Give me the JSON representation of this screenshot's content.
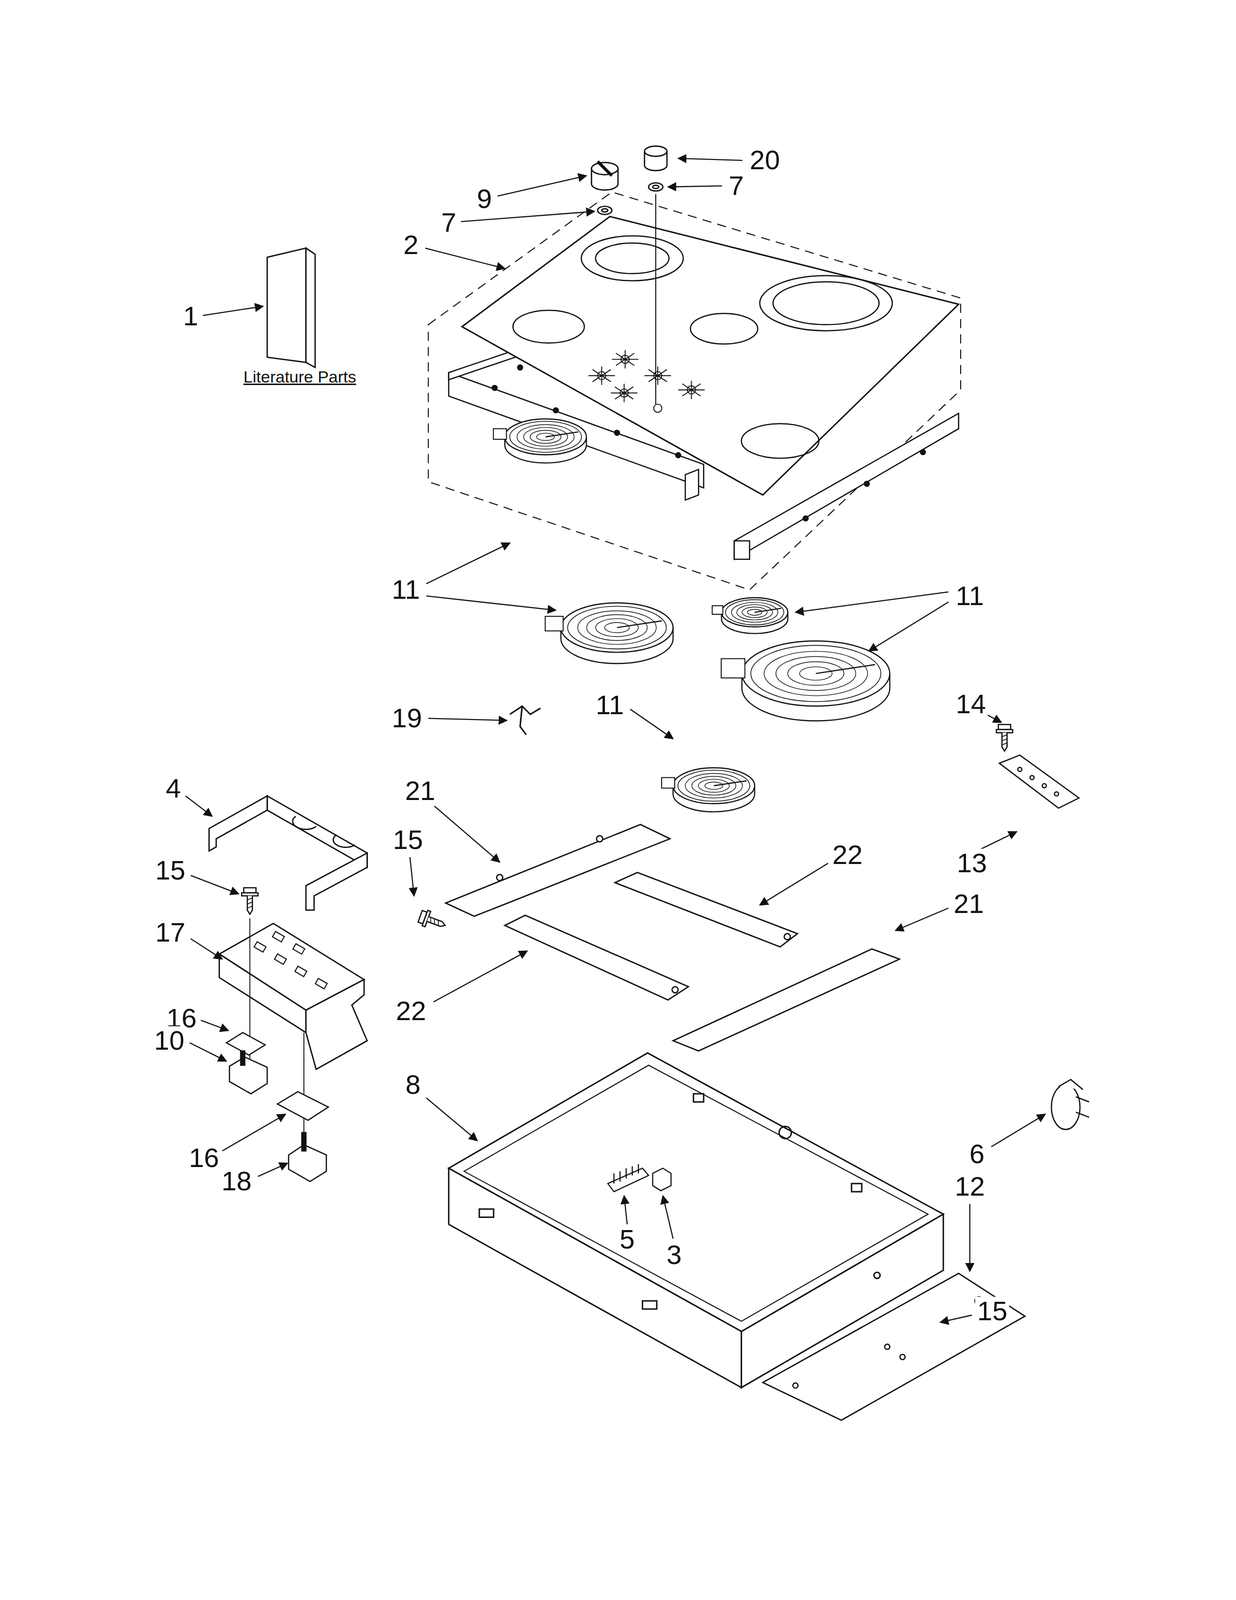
{
  "diagram": {
    "labels": [
      "20",
      "9",
      "7",
      "7",
      "2",
      "1",
      "Literature Parts",
      "11",
      "11",
      "19",
      "11",
      "14",
      "4",
      "21",
      "15",
      "22",
      "15",
      "13",
      "17",
      "21",
      "22",
      "16",
      "10",
      "8",
      "6",
      "12",
      "16",
      "18",
      "15",
      "5",
      "3"
    ]
  }
}
